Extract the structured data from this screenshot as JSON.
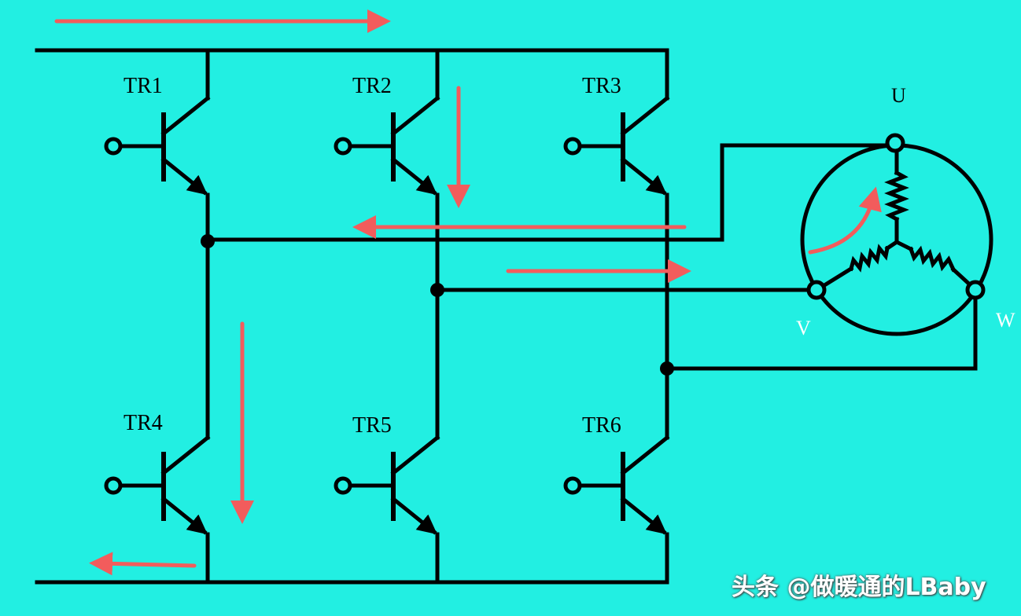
{
  "transistors": [
    "TR1",
    "TR2",
    "TR3",
    "TR4",
    "TR5",
    "TR6"
  ],
  "motor": {
    "terminals": {
      "u": "U",
      "v": "V",
      "w": "W"
    }
  },
  "colors": {
    "background": "#22efe2",
    "wire": "#000000",
    "current_arrow": "#f25c5c",
    "label_light": "#ffffff"
  },
  "watermark": "头条 @做暖通的LBaby"
}
